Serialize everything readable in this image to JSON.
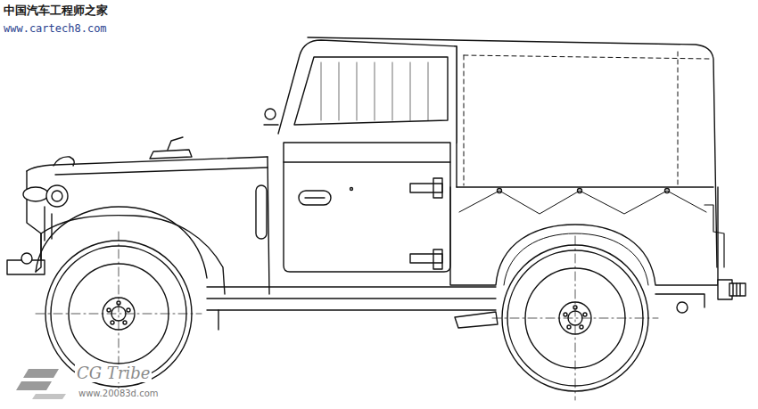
{
  "diagram": {
    "labels": [
      "中国汽车工程师之家",
      "www.cartech8.com",
      "CG Tribe",
      "www.20083d.com"
    ]
  }
}
